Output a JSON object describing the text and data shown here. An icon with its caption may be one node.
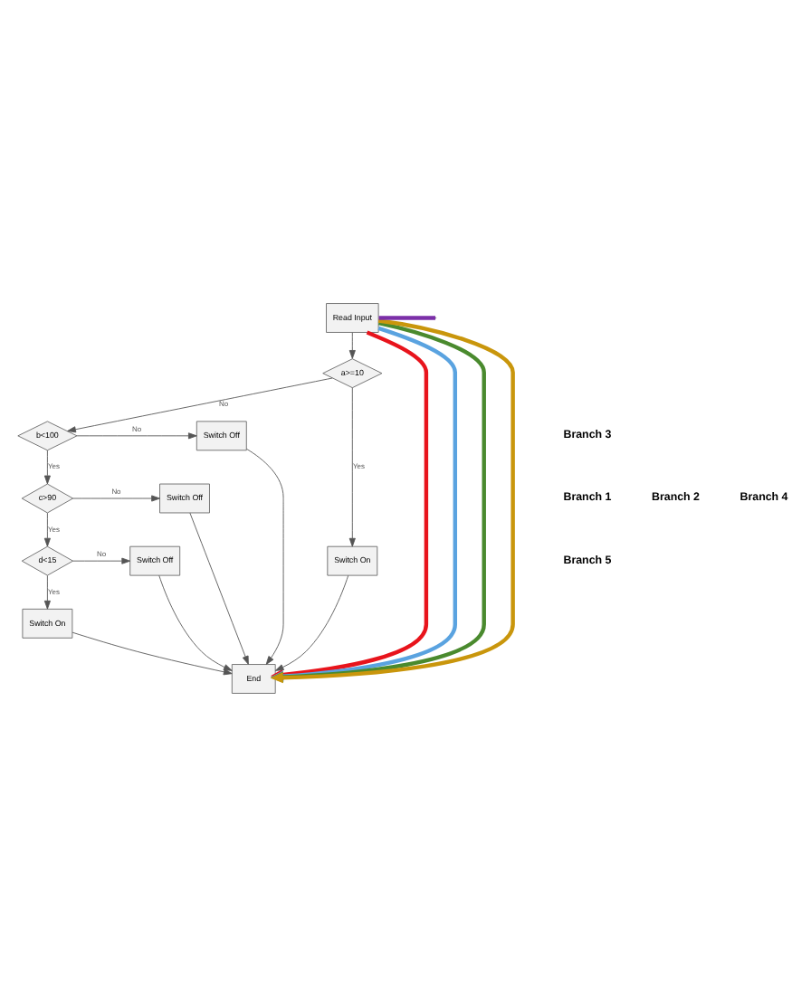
{
  "diagram": {
    "nodes": [
      {
        "text": [
          "Read Input"
        ]
      },
      {
        "text": [
          "a>=10"
        ]
      },
      {
        "text": [
          "b<100"
        ]
      },
      {
        "text": [
          "Switch Off"
        ]
      },
      {
        "text": [
          "c>90"
        ]
      },
      {
        "text": [
          "Switch Off"
        ]
      },
      {
        "text": [
          "d<15"
        ]
      },
      {
        "text": [
          "Switch Off"
        ]
      },
      {
        "text": [
          "Switch On"
        ]
      },
      {
        "text": [
          "Switch On"
        ]
      },
      {
        "text": [
          "End"
        ]
      }
    ],
    "edges": [
      {
        "from": 0,
        "to": 1,
        "arrow": "to"
      },
      {
        "from": 1,
        "to": 8,
        "arrow": "to",
        "label": "Yes"
      },
      {
        "from": 1,
        "to": 2,
        "arrow": "to",
        "label": "No"
      },
      {
        "from": 2,
        "to": 3,
        "arrow": "to",
        "label": "No"
      },
      {
        "from": 2,
        "to": 4,
        "arrow": "to",
        "label": "Yes"
      },
      {
        "from": 4,
        "to": 5,
        "arrow": "to",
        "label": "No"
      },
      {
        "from": 4,
        "to": 6,
        "arrow": "to",
        "label": "Yes"
      },
      {
        "from": 6,
        "to": 7,
        "arrow": "to",
        "label": "No"
      },
      {
        "from": 6,
        "to": 9,
        "arrow": "to",
        "label": "Yes"
      },
      {
        "from": 8,
        "to": 10,
        "arrow": "to"
      },
      {
        "from": 9,
        "to": 10,
        "arrow": "to"
      },
      {
        "from": 3,
        "to": 10,
        "arrow": "to"
      },
      {
        "from": 5,
        "to": 10,
        "arrow": "to"
      },
      {
        "from": 7,
        "to": 10,
        "arrow": "to"
      },
      {
        "from": 0,
        "to": 10,
        "arrow": "to",
        "style": "thick",
        "color": "#e8141c"
      },
      {
        "from": 0,
        "to": 10,
        "arrow": "to",
        "style": "thick",
        "color": "#5aa3e0"
      },
      {
        "from": 0,
        "to": 10,
        "arrow": "to",
        "style": "thick",
        "color": "#4a8a2e"
      },
      {
        "from": 0,
        "to": 10,
        "arrow": "to",
        "style": "thick",
        "color": "#c9960c"
      },
      {
        "from": 0,
        "to": null,
        "arrow": "none",
        "style": "thick",
        "color": "#7b2fa8"
      }
    ],
    "labels": [
      "Branch 3",
      "Branch 1",
      "Branch 2",
      "Branch 4",
      "Branch 5"
    ]
  }
}
